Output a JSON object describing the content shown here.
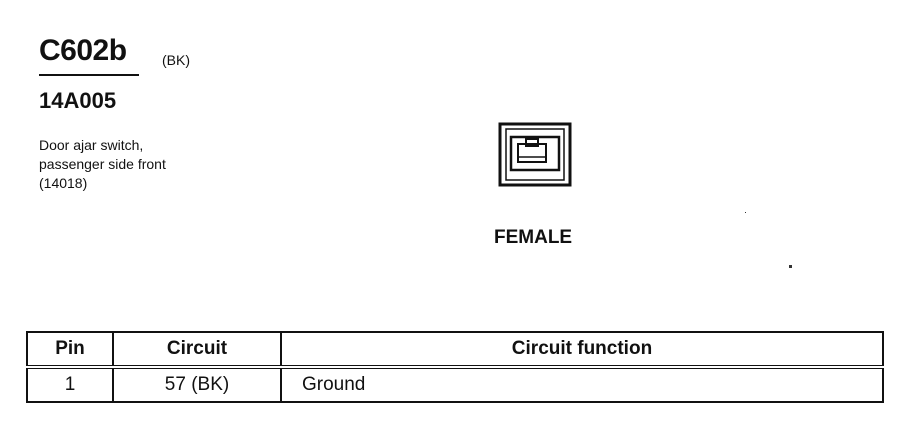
{
  "connector": {
    "id": "C602b",
    "color_code": "(BK)",
    "part_number": "14A005",
    "description_lines": [
      "Door ajar switch,",
      "passenger side front",
      "(14018)"
    ],
    "gender": "FEMALE"
  },
  "pin_table": {
    "headers": [
      "Pin",
      "Circuit",
      "Circuit function"
    ],
    "rows": [
      [
        "1",
        "57 (BK)",
        "Ground"
      ]
    ]
  }
}
